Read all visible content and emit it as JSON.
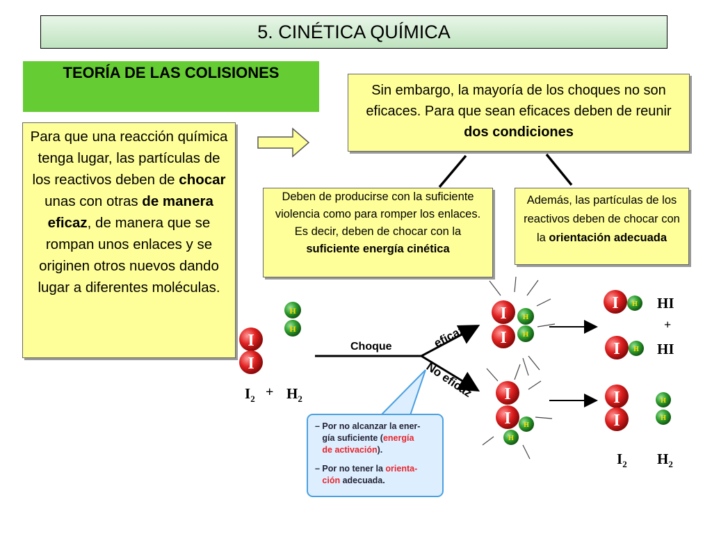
{
  "title": "5. CINÉTICA QUÍMICA",
  "subtitle": "TEORÍA DE LAS COLISIONES",
  "left_box": {
    "p1": "Para que una reacción química tenga lugar, las partículas de los reactivos deben de",
    "b1": "chocar",
    "p2": " unas con otras ",
    "b2": "de manera eficaz",
    "p3": ", de manera que se rompan unos enlaces y se originen otros nuevos dando lugar a diferentes moléculas."
  },
  "top_right_box": {
    "text": "Sin embargo, la mayoría de los choques no son eficaces. Para que sean eficaces deben de reunir ",
    "bold": "dos condiciones"
  },
  "condition_energy": {
    "text": "Deben de producirse con la suficiente violencia como para romper los enlaces. Es decir, deben de chocar con la ",
    "bold": "suficiente energía cinética"
  },
  "condition_orientation": {
    "text": "Además, las partículas de los reactivos deben de chocar con la ",
    "bold": "orientación adecuada"
  },
  "diagram": {
    "atom_I": "I",
    "atom_H": "H",
    "label_choque": "Choque",
    "label_eficaz": "eficaz",
    "label_no_eficaz": "No eficaz",
    "reactants_I": "I",
    "reactants_I_sub": "2",
    "reactants_plus": "+",
    "reactants_H": "H",
    "reactants_H_sub": "2",
    "product_HI_1": "HI",
    "product_plus": "+",
    "product_HI_2": "HI",
    "bottom_I": "I",
    "bottom_I_sub": "2",
    "bottom_H": "H",
    "bottom_H_sub": "2",
    "colors": {
      "iodine": "#e02020",
      "hydrogen": "#2e9e2e",
      "hydrogen_text": "#ffdd00"
    }
  },
  "bubble": {
    "line1a": "– Por no alcanzar la ener-",
    "line1b": "gía suficiente  (",
    "line1c": "energía",
    "line1d": "de activación",
    "line1e": ").",
    "line2a": "– Por no tener la ",
    "line2b": "orienta-",
    "line2c": "ción",
    "line2d": " adecuada."
  }
}
